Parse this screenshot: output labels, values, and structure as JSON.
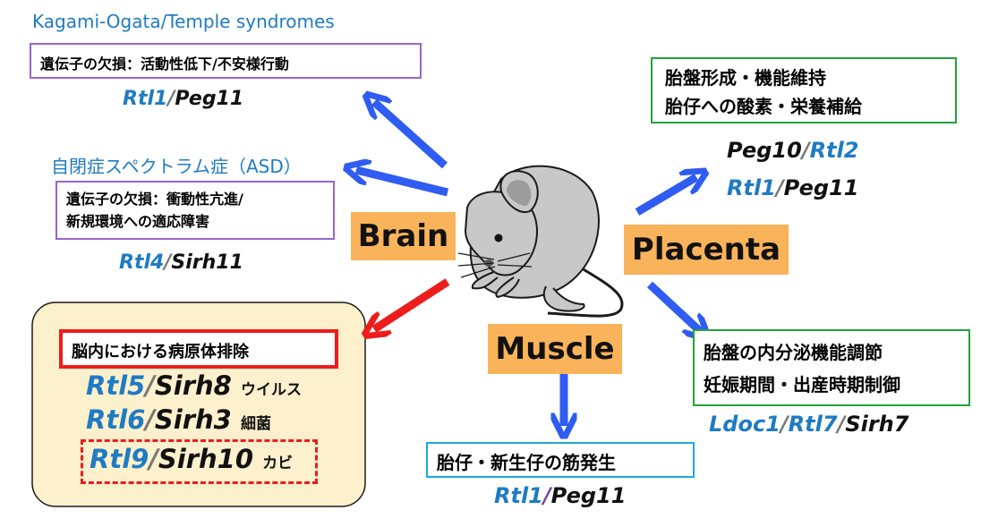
{
  "colors": {
    "gene_blue": "#1f7bc3",
    "organ_fill": "#f9b35a",
    "arrow_blue": "#2f5cf2",
    "arrow_red": "#ee1c1c",
    "mouse_fill": "#c8c8c8",
    "immune_panel_fill": "#fdf0cc"
  },
  "brain_effects": {
    "kagami_title": "Kagami-Ogata/Temple syndromes",
    "kagami_box": "遺伝子の欠損：活動性低下/不安様行動",
    "kagami_gene": {
      "a": "Rtl1",
      "sep": "/",
      "b": "Peg11"
    },
    "asd_title": "自閉症スペクトラム症（ASD）",
    "asd_box_line1": "遺伝子の欠損：衝動性亢進/",
    "asd_box_line2": "新規環境への適応障害",
    "asd_gene": {
      "a": "Rtl4",
      "sep": "/",
      "b": "Sirh11"
    }
  },
  "organs": {
    "brain": "Brain",
    "placenta": "Placenta",
    "muscle": "Muscle"
  },
  "immune": {
    "title": "脳内における病原体排除",
    "rows": [
      {
        "a": "Rtl5",
        "sep": "/",
        "b": "Sirh8",
        "pathogen": "ウイルス"
      },
      {
        "a": "Rtl6",
        "sep": "/",
        "b": "Sirh3",
        "pathogen": "細菌"
      },
      {
        "a": "Rtl9",
        "sep": "/",
        "b": "Sirh10",
        "pathogen": "カビ"
      }
    ]
  },
  "placenta_top": {
    "line1": "胎盤形成・機能維持",
    "line2": "胎仔への酸素・栄養補給",
    "gene1": {
      "a": "Peg10",
      "sep": "/",
      "b": "Rtl2"
    },
    "gene2": {
      "a": "Rtl1",
      "sep": "/",
      "b": "Peg11"
    }
  },
  "placenta_bottom": {
    "line1": "胎盤の内分泌機能調節",
    "line2": "妊娠期間・出産時期制御",
    "gene": {
      "a": "Ldoc1",
      "sep1": "/",
      "b": "Rtl7",
      "sep2": "/",
      "c": "Sirh7"
    }
  },
  "muscle": {
    "box": "胎仔・新生仔の筋発生",
    "gene": {
      "a": "Rtl1",
      "sep": "/",
      "b": "Peg11"
    }
  }
}
